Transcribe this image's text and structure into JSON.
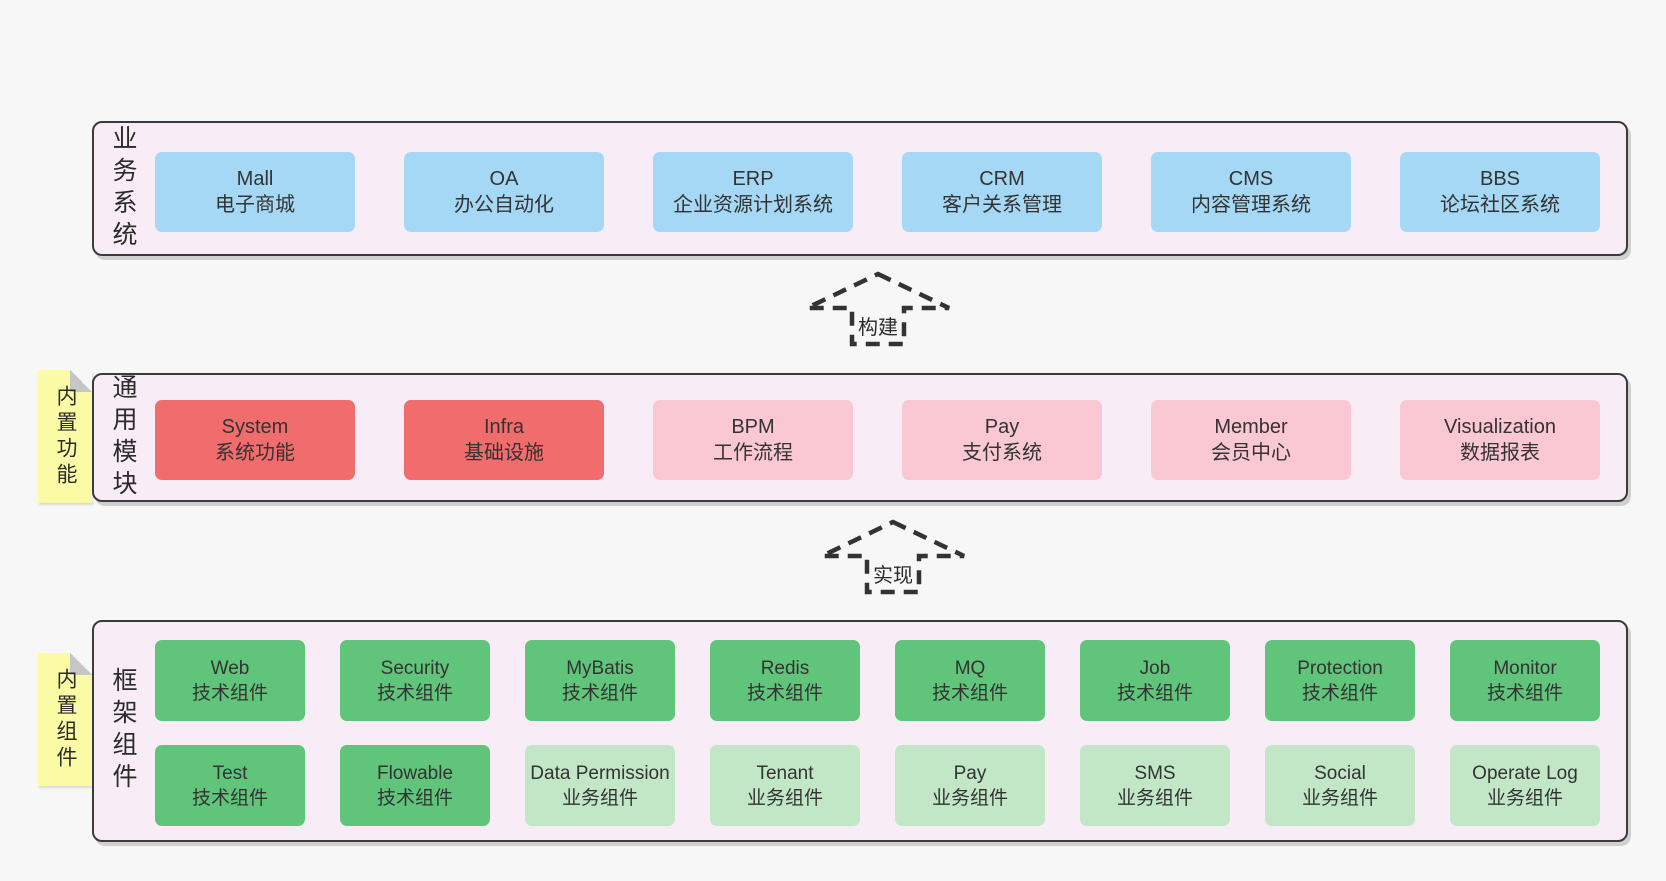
{
  "colors": {
    "page-bg": "#f7f7f7",
    "panel-bg": "#f8edf6",
    "panel-border": "#3b3b3b",
    "blue": "#a5d8f4",
    "red": "#f16d6d",
    "pink": "#fac8d3",
    "green": "#60c47a",
    "green-light": "#c2e7c7",
    "sticky": "#fbfba6",
    "sticky-fold": "#c6c6c6",
    "text": "#333333"
  },
  "arrows": [
    {
      "label": "构建"
    },
    {
      "label": "实现"
    }
  ],
  "layers": [
    {
      "label": "业务系统",
      "boxes": [
        {
          "name": "Mall",
          "desc": "电子商城",
          "type": "blue"
        },
        {
          "name": "OA",
          "desc": "办公自动化",
          "type": "blue"
        },
        {
          "name": "ERP",
          "desc": "企业资源计划系统",
          "type": "blue"
        },
        {
          "name": "CRM",
          "desc": "客户关系管理",
          "type": "blue"
        },
        {
          "name": "CMS",
          "desc": "内容管理系统",
          "type": "blue"
        },
        {
          "name": "BBS",
          "desc": "论坛社区系统",
          "type": "blue"
        }
      ]
    },
    {
      "label": "通用模块",
      "sticky": "内置功能",
      "boxes": [
        {
          "name": "System",
          "desc": "系统功能",
          "type": "red"
        },
        {
          "name": "Infra",
          "desc": "基础设施",
          "type": "red"
        },
        {
          "name": "BPM",
          "desc": "工作流程",
          "type": "pink"
        },
        {
          "name": "Pay",
          "desc": "支付系统",
          "type": "pink"
        },
        {
          "name": "Member",
          "desc": "会员中心",
          "type": "pink"
        },
        {
          "name": "Visualization",
          "desc": "数据报表",
          "type": "pink"
        }
      ]
    },
    {
      "label": "框架组件",
      "sticky": "内置组件",
      "rows": [
        [
          {
            "name": "Web",
            "desc": "技术组件",
            "type": "green"
          },
          {
            "name": "Security",
            "desc": "技术组件",
            "type": "green"
          },
          {
            "name": "MyBatis",
            "desc": "技术组件",
            "type": "green"
          },
          {
            "name": "Redis",
            "desc": "技术组件",
            "type": "green"
          },
          {
            "name": "MQ",
            "desc": "技术组件",
            "type": "green"
          },
          {
            "name": "Job",
            "desc": "技术组件",
            "type": "green"
          },
          {
            "name": "Protection",
            "desc": "技术组件",
            "type": "green"
          },
          {
            "name": "Monitor",
            "desc": "技术组件",
            "type": "green"
          }
        ],
        [
          {
            "name": "Test",
            "desc": "技术组件",
            "type": "green"
          },
          {
            "name": "Flowable",
            "desc": "技术组件",
            "type": "green"
          },
          {
            "name": "Data Permission",
            "desc": "业务组件",
            "type": "green-light"
          },
          {
            "name": "Tenant",
            "desc": "业务组件",
            "type": "green-light"
          },
          {
            "name": "Pay",
            "desc": "业务组件",
            "type": "green-light"
          },
          {
            "name": "SMS",
            "desc": "业务组件",
            "type": "green-light"
          },
          {
            "name": "Social",
            "desc": "业务组件",
            "type": "green-light"
          },
          {
            "name": "Operate Log",
            "desc": "业务组件",
            "type": "green-light"
          }
        ]
      ]
    }
  ]
}
